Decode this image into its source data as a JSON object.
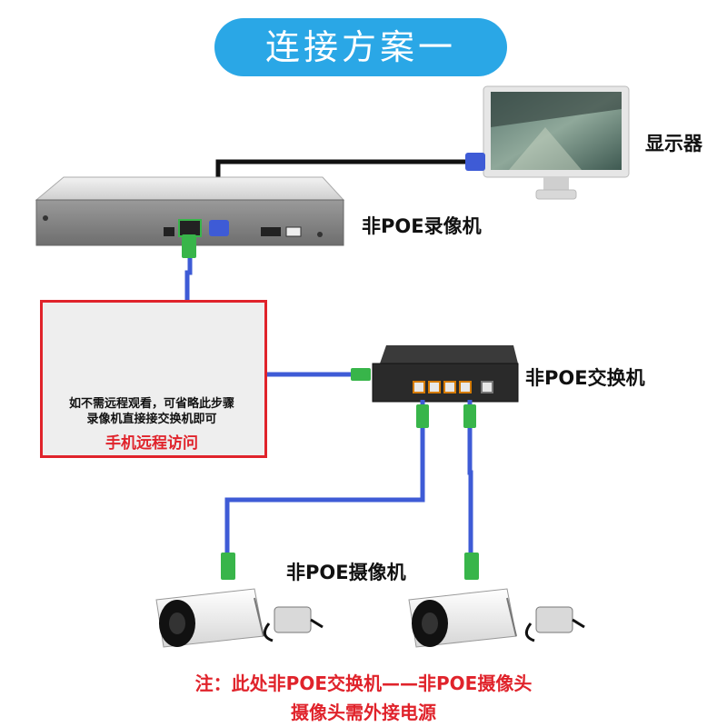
{
  "title": "连接方案一",
  "labels": {
    "monitor": "显示器",
    "nvr": "非POE录像机",
    "switch": "非POE交换机",
    "camera": "非POE摄像机"
  },
  "remote_box": {
    "note_line1": "如不需远程观看，可省略此步骤",
    "note_line2": "录像机直接接交换机即可",
    "title": "手机远程访问"
  },
  "footnotes": {
    "line1": "注：此处非POE交换机——非POE摄像头",
    "line2": "摄像头需外接电源"
  },
  "colors": {
    "title_bg": "#2aa7e6",
    "cable": "#3e5bd6",
    "connector": "#38b54a",
    "warning": "#e0232b",
    "hdmi_cable": "#111111"
  }
}
